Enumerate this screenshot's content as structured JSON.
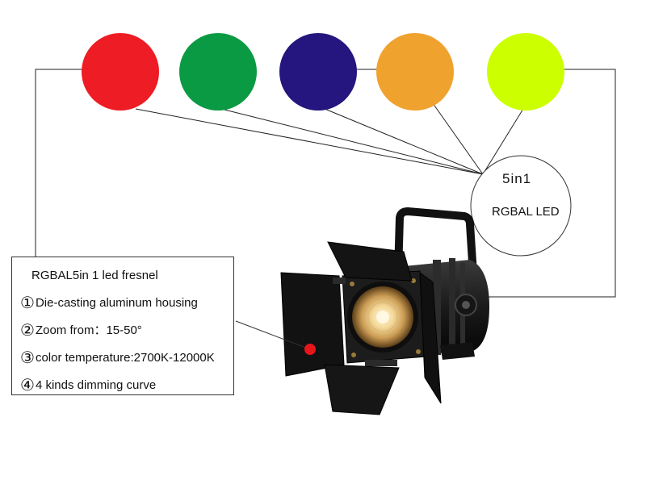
{
  "colors": [
    {
      "name": "red",
      "hex": "#ee1c24"
    },
    {
      "name": "green",
      "hex": "#0b9a44"
    },
    {
      "name": "blue",
      "hex": "#25157e"
    },
    {
      "name": "amber",
      "hex": "#f0a22e"
    },
    {
      "name": "lime",
      "hex": "#ccff00"
    }
  ],
  "led_circle": {
    "line1": "5in1",
    "line2": "RGBAL LED"
  },
  "spec": {
    "title": "RGBAL5in 1 led fresnel",
    "items": [
      {
        "num": "①",
        "text": "Die-casting aluminum housing"
      },
      {
        "num": "②",
        "text": "Zoom from：15-50°"
      },
      {
        "num": "③",
        "text": "color temperature:2700K-12000K"
      },
      {
        "num": "④",
        "text": "4 kinds dimming curve"
      }
    ]
  },
  "indicator_color": "#e8151b"
}
